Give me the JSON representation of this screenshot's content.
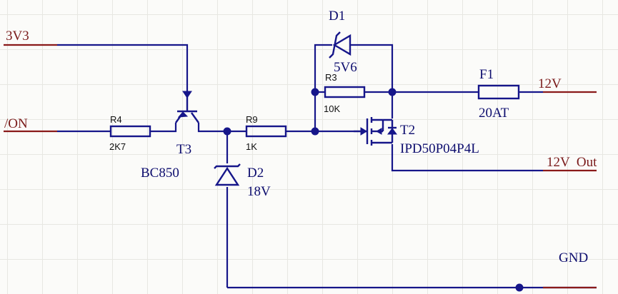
{
  "nets": {
    "v33": "3V3",
    "on": "/ON",
    "v12": "12V",
    "v12out": "12V  Out",
    "gnd": "GND"
  },
  "components": {
    "r4": {
      "designator": "R4",
      "value": "2K7"
    },
    "t3": {
      "designator": "T3",
      "value": "BC850"
    },
    "r9": {
      "designator": "R9",
      "value": "1K"
    },
    "d2": {
      "designator": "D2",
      "value": "18V"
    },
    "d1": {
      "designator": "D1",
      "value": "5V6"
    },
    "r3": {
      "designator": "R3",
      "value": "10K"
    },
    "t2": {
      "designator": "T2",
      "value": "IPD50P04P4L"
    },
    "f1": {
      "designator": "F1",
      "value": "20AT"
    }
  },
  "colors": {
    "wire": "#16168a",
    "net_label": "#7a1a1a",
    "grid": "#e7e7e2"
  }
}
